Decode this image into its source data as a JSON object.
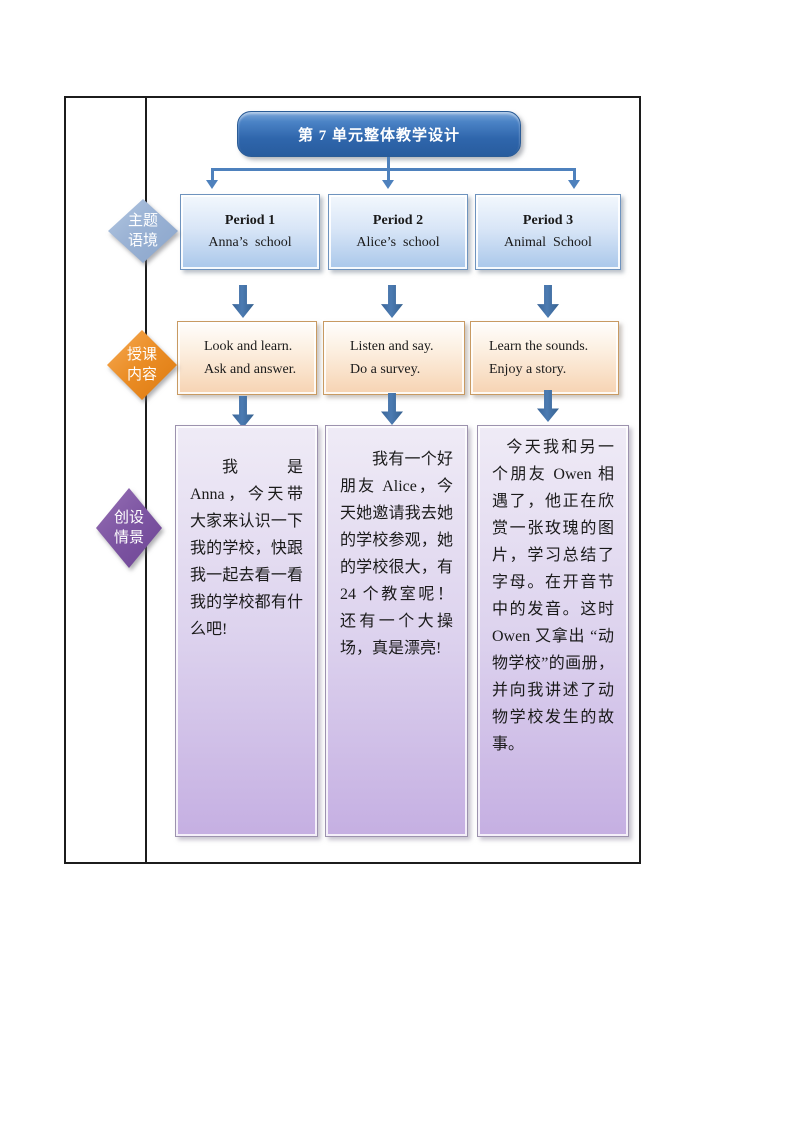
{
  "document": {
    "title_box": "第 7 单元整体教学设计",
    "stages": [
      {
        "id": "theme-context",
        "line1": "主题",
        "line2": "语境"
      },
      {
        "id": "lesson-content",
        "line1": "授课",
        "line2": "内容"
      },
      {
        "id": "create-scenario",
        "line1": "创设",
        "line2": "情景"
      }
    ],
    "periods": [
      {
        "title": "Period 1",
        "topic": "Anna’s  school",
        "content_line1": "Look and learn.",
        "content_line2": "Ask and answer.",
        "scenario": "我是 Anna，今天带大家来认识一下我的学校，快跟我一起去看一看我的学校都有什么吧!"
      },
      {
        "title": "Period 2",
        "topic": "Alice’s  school",
        "content_line1": "Listen and say.",
        "content_line2": "Do a survey.",
        "scenario": "我有一个好朋友 Alice，今天她邀请我去她的学校参观，她的学校很大，有 24 个教室呢！还有一个大操场，真是漂亮!"
      },
      {
        "title": "Period 3",
        "topic": "Animal  School",
        "content_line1": "Learn the sounds.",
        "content_line2": "Enjoy a story.",
        "scenario": "今天我和另一个朋友 Owen 相遇了，他正在欣赏一张玫瑰的图片，学习总结了字母。在开音节中的发音。这时 Owen 又拿出 “动物学校”的画册，并向我讲述了动物学校发生的故事。"
      }
    ],
    "colors": {
      "title_box_blue": "#2f66ac",
      "connector_blue": "#4e81bd",
      "block_arrow_blue": "#3a6598",
      "period_box_blue": "#a9c7ea",
      "content_box_orange": "#f6d3b2",
      "scenario_box_purple": "#c5afe2",
      "diamond_blue": "#9ab2d4",
      "diamond_orange": "#ea8c24",
      "diamond_purple": "#7d55a2",
      "table_border": "#1c1c1c"
    }
  }
}
